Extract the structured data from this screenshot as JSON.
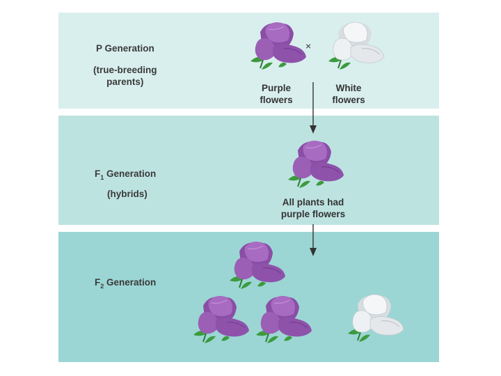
{
  "colors": {
    "p_panel": "#d9efee",
    "f1_panel": "#bde3e1",
    "f2_panel": "#9bd6d4",
    "purple": "#9b5fb5",
    "white": "#eef1f3",
    "stem": "#3c9a3f",
    "arrow": "#333333"
  },
  "p_generation": {
    "title": "P Generation",
    "note": "(true-breeding\nparents)",
    "cross_symbol": "×",
    "purple_label": "Purple\nflowers",
    "white_label": "White\nflowers"
  },
  "f1_generation": {
    "title_prefix": "F",
    "title_sub": "1",
    "title_suffix": " Generation",
    "note": "(hybrids)",
    "result_label": "All plants had\npurple flowers"
  },
  "f2_generation": {
    "title_prefix": "F",
    "title_sub": "2",
    "title_suffix": " Generation"
  },
  "icons": [
    "purple-flower-icon",
    "white-flower-icon",
    "down-arrow-icon"
  ]
}
